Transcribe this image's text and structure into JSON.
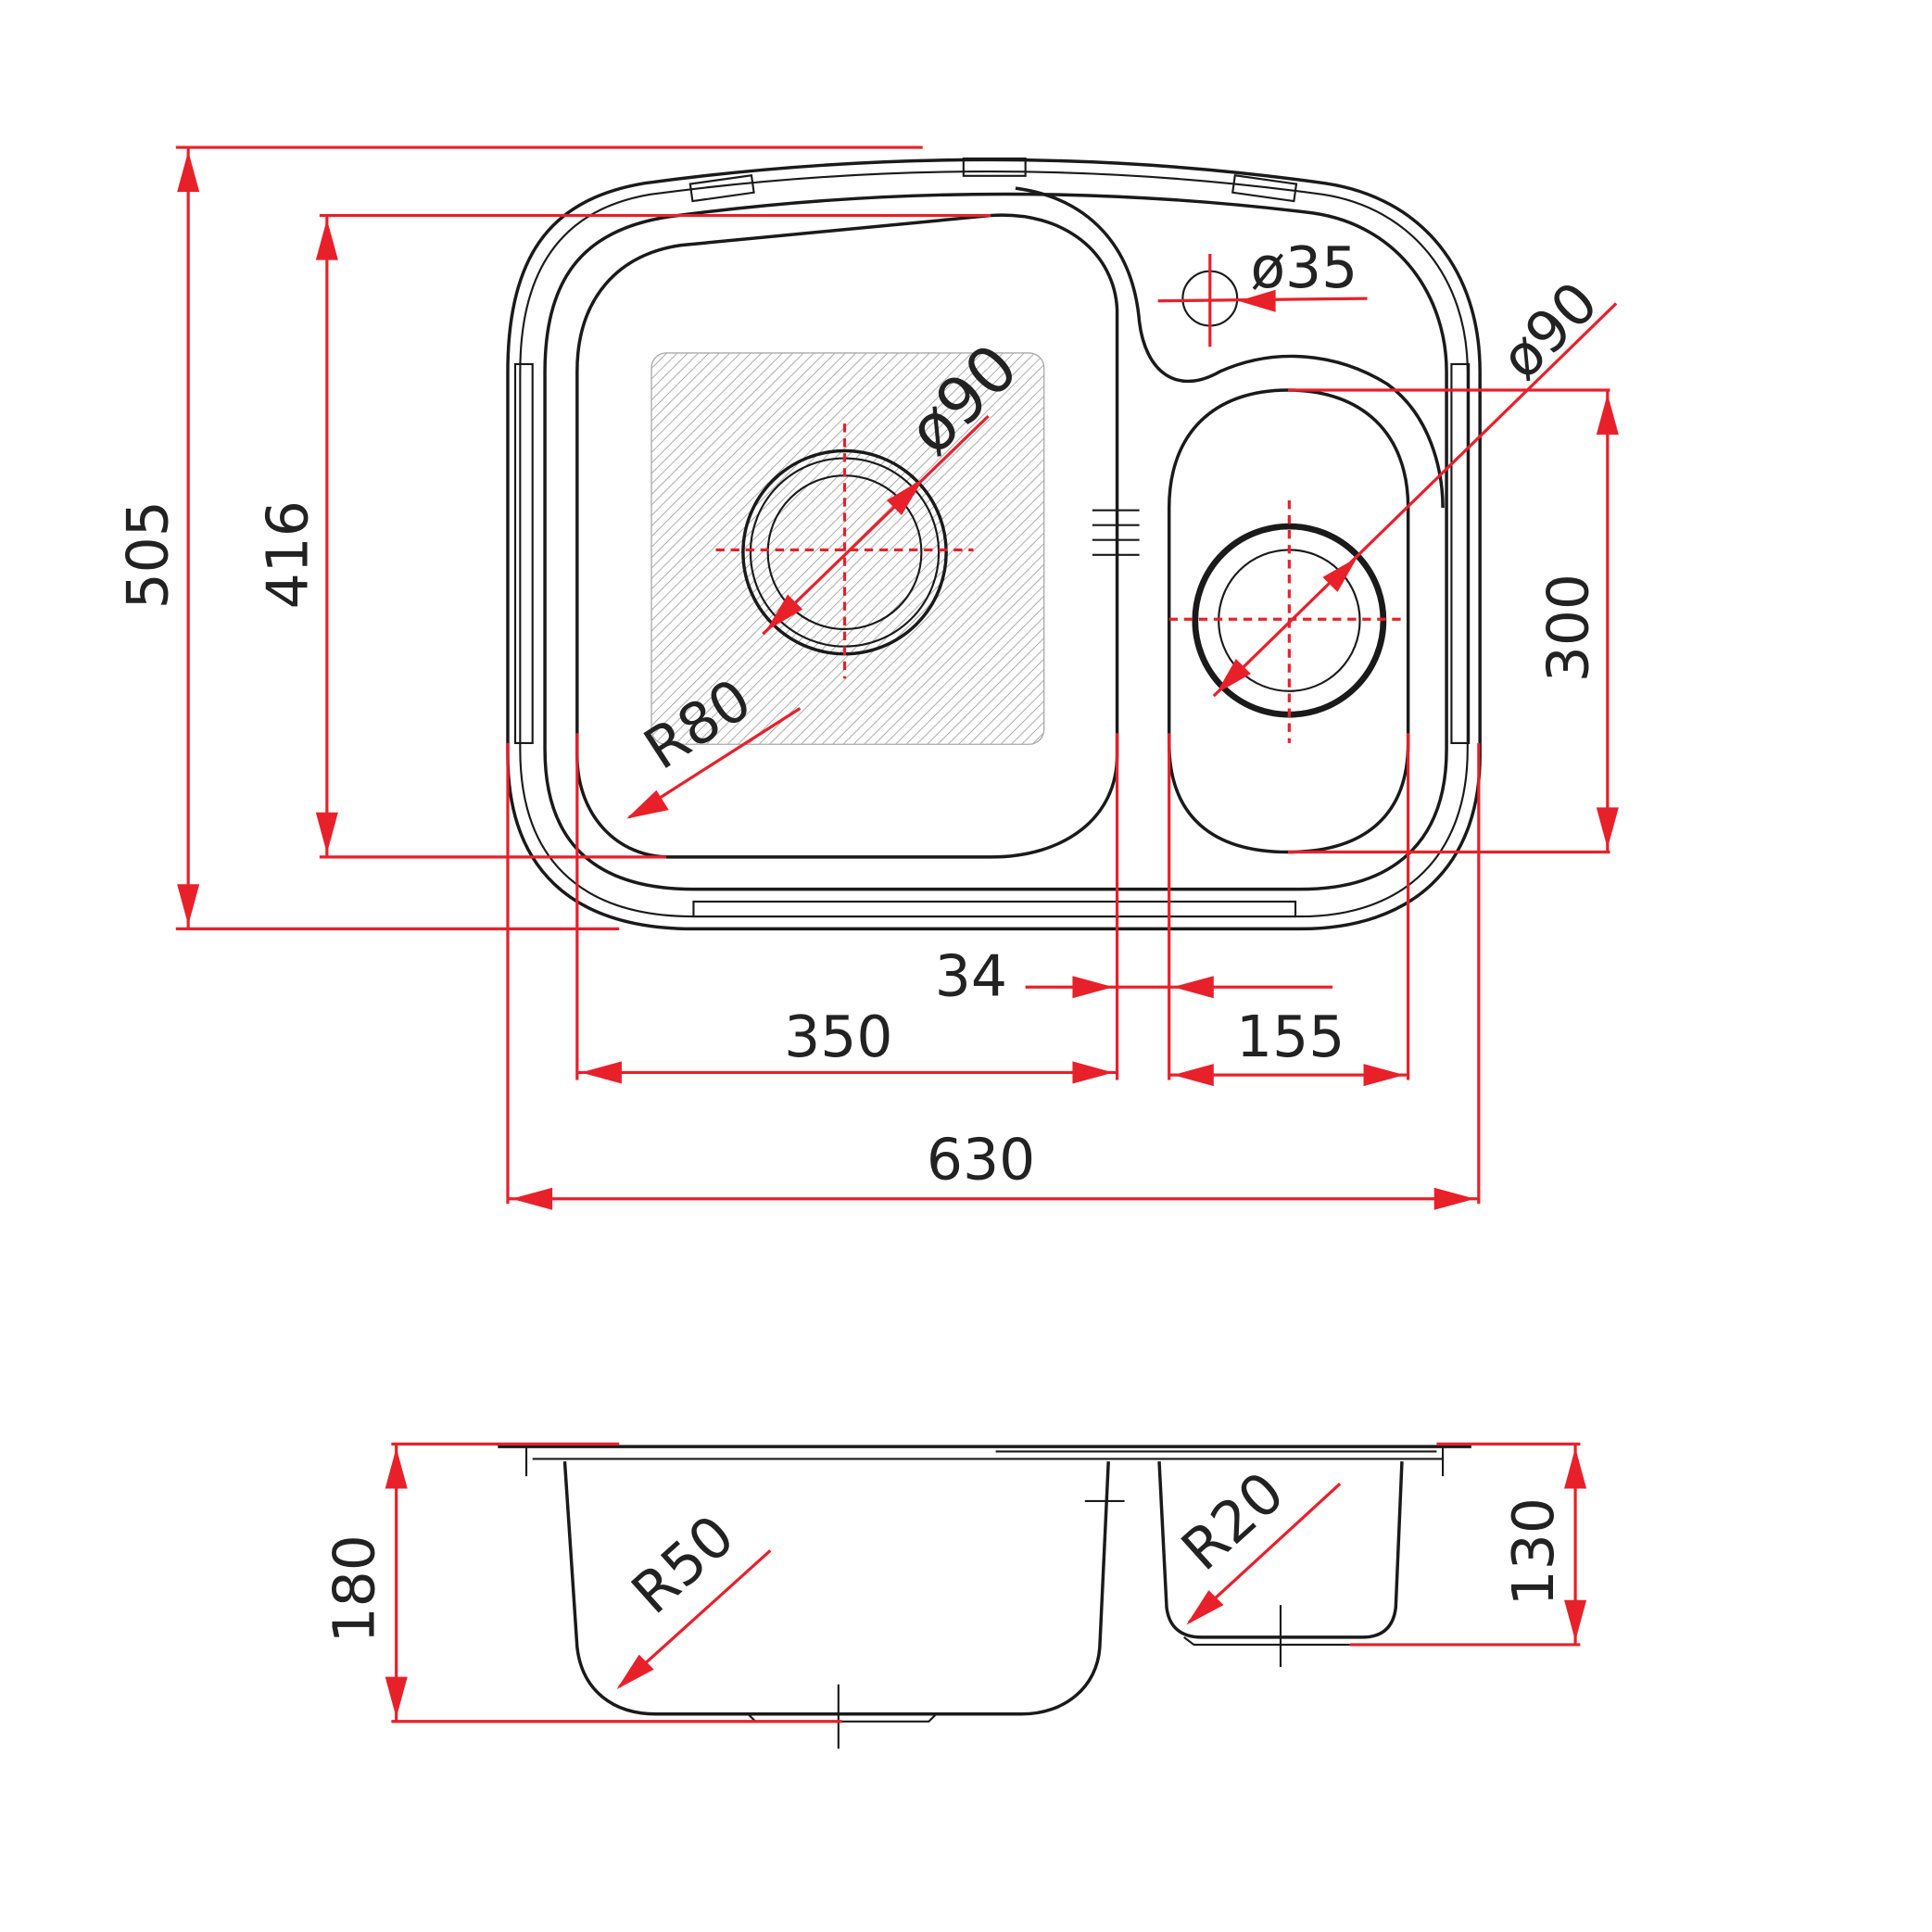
{
  "title": "Double bowl kitchen sink dimension drawing",
  "colors": {
    "outline": "#1a1a1a",
    "dimension": "#e8202a",
    "text": "#222222"
  },
  "top_view": {
    "overall_width": "630",
    "overall_depth": "505",
    "main_bowl_depth": "416",
    "main_bowl_width": "350",
    "divider_width": "34",
    "small_bowl_width": "155",
    "small_bowl_depth": "300",
    "main_drain_diameter": "ø90",
    "small_drain_diameter": "ø90",
    "tap_hole_diameter": "ø35",
    "corner_radius": "R80"
  },
  "side_view": {
    "main_bowl_height": "180",
    "small_bowl_height": "130",
    "main_bowl_radius": "R50",
    "small_bowl_radius": "R20"
  }
}
